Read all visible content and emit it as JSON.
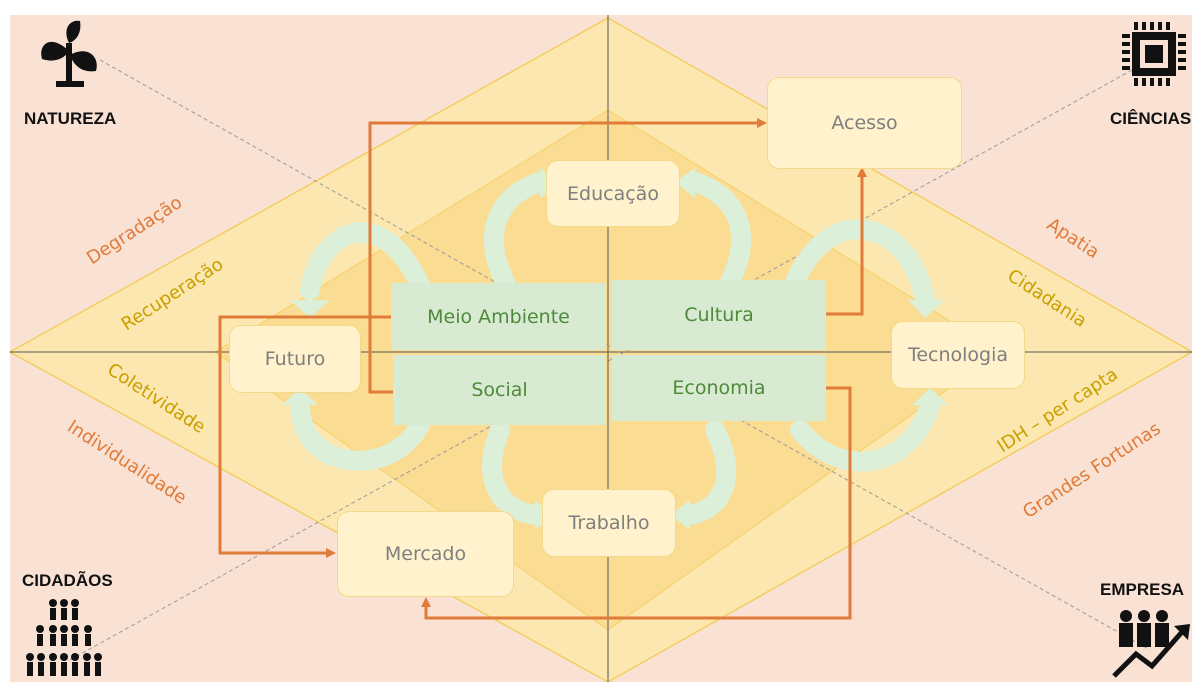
{
  "corners": {
    "top_left": "NATUREZA",
    "top_right": "CIÊNCIAS",
    "bottom_left": "CIDADÃOS",
    "bottom_right": "EMPRESA"
  },
  "quadrants": {
    "top_left": "Meio Ambiente",
    "top_right": "Cultura",
    "bottom_left": "Social",
    "bottom_right": "Economia"
  },
  "nodes": {
    "acesso": "Acesso",
    "educacao": "Educação",
    "futuro": "Futuro",
    "tecnologia": "Tecnologia",
    "trabalho": "Trabalho",
    "mercado": "Mercado"
  },
  "diagonal_labels": {
    "degradacao": "Degradação",
    "recuperacao": "Recuperação",
    "apatia": "Apatia",
    "cidadania": "Cidadania",
    "coletividade": "Coletividade",
    "individualidade": "Individualidade",
    "idh": "IDH – per capta",
    "grandes_fortunas": "Grandes Fortunas"
  },
  "icons": {
    "top_left": "plant-sprout-icon",
    "top_right": "microchip-icon",
    "bottom_left": "people-pyramid-icon",
    "bottom_right": "business-people-growth-icon"
  },
  "colors": {
    "background": "#f9e2d4",
    "outer_diamond": "#fde7b0",
    "inner_diamond": "#f9d98a",
    "arrow": "#e07b39",
    "cycle_arrow": "#dcefd8",
    "node_fill": "#fff2cc",
    "quadrant_fill": "#d9ead3"
  }
}
